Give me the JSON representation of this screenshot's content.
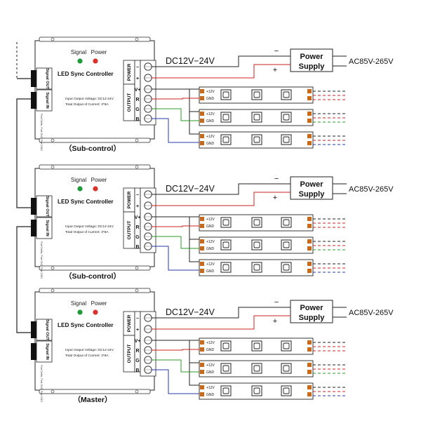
{
  "controllers": [
    {
      "caption": "（Sub-control）",
      "signal_label": "Signal",
      "power_label": "Power",
      "title": "LED Sync Controller",
      "signal_out": "Signal OUT",
      "signal_in": "Signal IN",
      "spec_voltage": "Input Output Voltage: DC12-24V",
      "spec_current": "Total Output of Current: 3*8A",
      "port_labels": "Port Defin- Port GND Port GND",
      "power_block": "POWER",
      "output_block": "OUTPUT",
      "terminals": [
        "−",
        "+",
        "V+",
        "R",
        "G",
        "B"
      ],
      "dc_label": "DC12V−24V",
      "psu_line1": "Power",
      "psu_line2": "Supply",
      "ac_label": "AC85V-265V",
      "minus_sign": "−",
      "plus_sign": "+",
      "strips": [
        {
          "v_label": "+12V",
          "gnd_label": "GND"
        },
        {
          "v_label": "+12V",
          "gnd_label": "GND"
        },
        {
          "v_label": "+12V",
          "gnd_label": "GND"
        }
      ]
    },
    {
      "caption": "（Sub-control）",
      "signal_label": "Signal",
      "power_label": "Power",
      "title": "LED Sync Controller",
      "signal_out": "Signal OUT",
      "signal_in": "Signal IN",
      "spec_voltage": "Input Output Voltage: DC12-24V",
      "spec_current": "Total Output of Current: 3*8A",
      "port_labels": "Port Defin- Port GND Port GND",
      "power_block": "POWER",
      "output_block": "OUTPUT",
      "terminals": [
        "−",
        "+",
        "V+",
        "R",
        "G",
        "B"
      ],
      "dc_label": "DC12V−24V",
      "psu_line1": "Power",
      "psu_line2": "Supply",
      "ac_label": "AC85V-265V",
      "minus_sign": "−",
      "plus_sign": "+",
      "strips": [
        {
          "v_label": "+12V",
          "gnd_label": "GND"
        },
        {
          "v_label": "+12V",
          "gnd_label": "GND"
        },
        {
          "v_label": "+12V",
          "gnd_label": "GND"
        }
      ]
    },
    {
      "caption": "（Master）",
      "signal_label": "Signal",
      "power_label": "Power",
      "title": "LED Sync Controller",
      "signal_out": "Signal OUT",
      "signal_in": "Signal IN",
      "spec_voltage": "Input Output Voltage: DC12-24V",
      "spec_current": "Total Output of Current: 3*8A",
      "port_labels": "Port Defin- Port GND Port GND",
      "power_block": "POWER",
      "output_block": "OUTPUT",
      "terminals": [
        "−",
        "+",
        "V+",
        "R",
        "G",
        "B"
      ],
      "dc_label": "DC12V−24V",
      "psu_line1": "Power",
      "psu_line2": "Supply",
      "ac_label": "AC85V-265V",
      "minus_sign": "−",
      "plus_sign": "+",
      "strips": [
        {
          "v_label": "+12V",
          "gnd_label": "GND"
        },
        {
          "v_label": "+12V",
          "gnd_label": "GND"
        },
        {
          "v_label": "+12V",
          "gnd_label": "GND"
        }
      ]
    }
  ],
  "colors": {
    "line": "#222222",
    "red_wire": "#cc2222",
    "green_wire": "#2a9a2a",
    "blue_wire": "#2a3aa8",
    "led_green": "#1f9a3a",
    "led_red": "#d8322a",
    "strip_pad": "#c86a1a"
  }
}
